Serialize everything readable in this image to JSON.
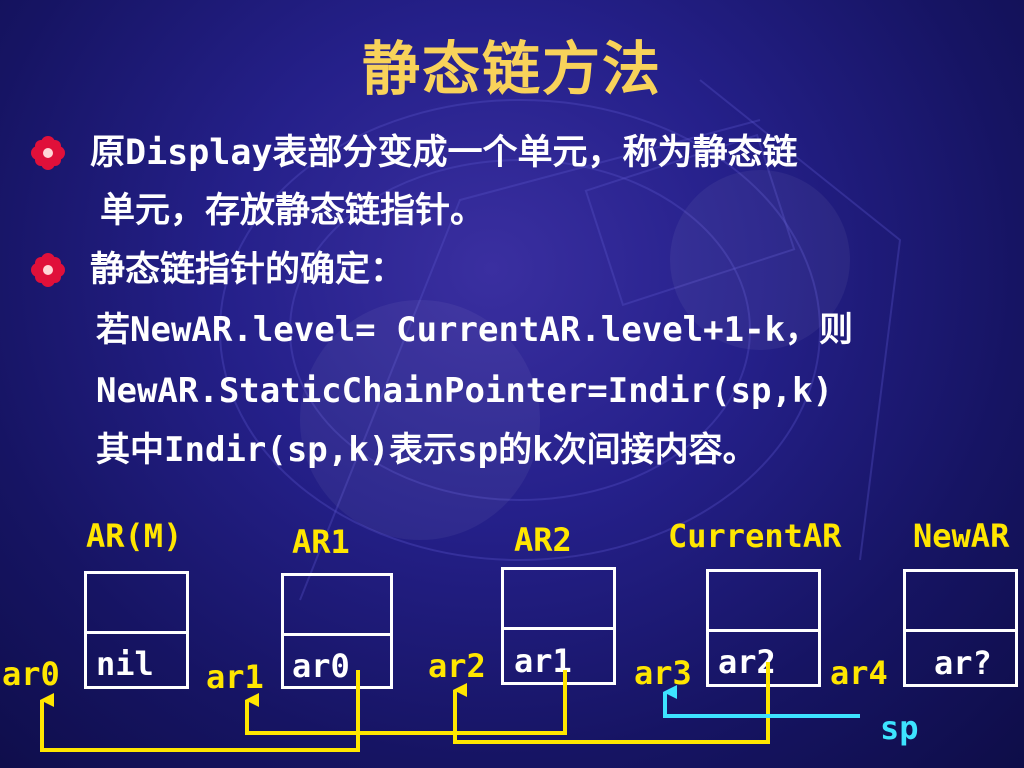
{
  "title": "静态链方法",
  "bullets": [
    {
      "lines": [
        "原Display表部分变成一个单元，称为静态链",
        "单元，存放静态链指针。"
      ]
    },
    {
      "lines": [
        "静态链指针的确定：",
        "若NewAR.level= CurrentAR.level+1-k，则",
        "NewAR.StaticChainPointer=Indir(sp,k)",
        "其中Indir(sp,k)表示sp的k次间接内容。"
      ]
    }
  ],
  "diagram": {
    "records": [
      {
        "header": "AR(M)",
        "address": "ar0",
        "content": "nil"
      },
      {
        "header": "AR1",
        "address": "ar1",
        "content": "ar0"
      },
      {
        "header": "AR2",
        "address": "ar2",
        "content": "ar1"
      },
      {
        "header": "CurrentAR",
        "address": "ar3",
        "content": "ar2"
      },
      {
        "header": "NewAR",
        "address": "ar4",
        "content": "ar?"
      }
    ],
    "sp_label": "sp"
  },
  "colors": {
    "title": "#f8d25a",
    "label": "#ffe600",
    "text": "#ffffff",
    "sp": "#3de3ff",
    "bullet": "#e0103a"
  }
}
